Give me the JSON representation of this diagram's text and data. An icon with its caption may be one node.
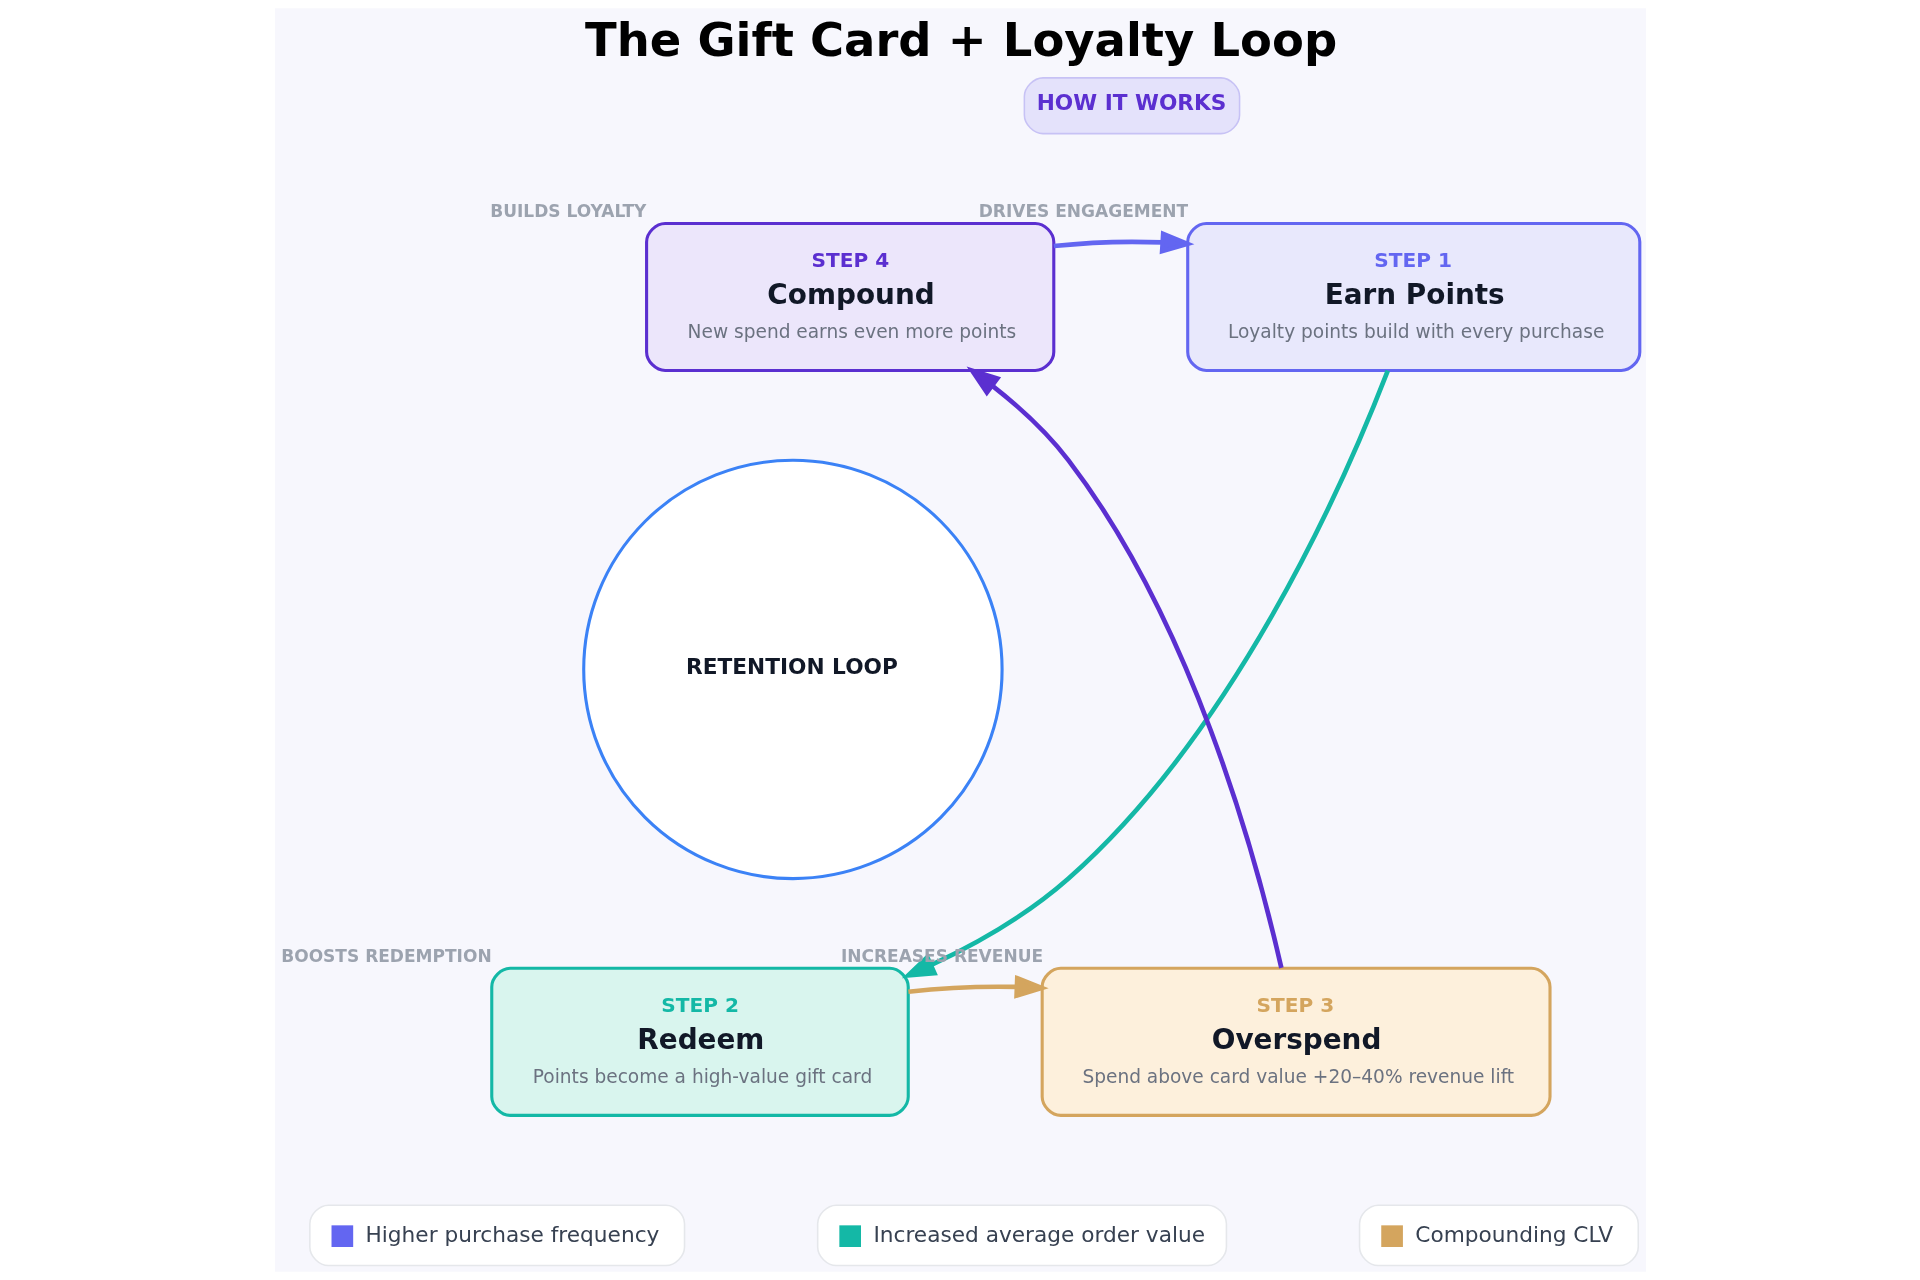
{
  "diagram": {
    "title": "The Gift Card + Loyalty Loop",
    "nodes": [
      {
        "text": [
          "STEP 1",
          "Earn Points",
          "Loyalty points build with every purchase"
        ],
        "beside": [
          "DRIVES ENGAGEMENT"
        ]
      },
      {
        "text": [
          "STEP 2",
          "Redeem",
          "Points become a high-value gift card"
        ],
        "beside": [
          "BOOSTS REDEMPTION"
        ]
      },
      {
        "text": [
          "STEP 3",
          "Overspend",
          "Spend above card value +20–40% revenue lift"
        ],
        "beside": [
          "INCREASES REVENUE"
        ]
      },
      {
        "text": [
          "STEP 4",
          "Compound",
          "New spend earns even more points"
        ],
        "beside": [
          "BUILDS LOYALTY"
        ]
      },
      {
        "text": [
          "RETENTION LOOP"
        ]
      }
    ],
    "edges": [
      {
        "from": 3,
        "to": 0,
        "arrow": "to",
        "color": "#6366f1"
      },
      {
        "from": 0,
        "to": 1,
        "arrow": "to",
        "color": "#14b8a6"
      },
      {
        "from": 1,
        "to": 2,
        "arrow": "to",
        "color": "#d4a55e"
      },
      {
        "from": 2,
        "to": 3,
        "arrow": "to",
        "color": "#5b2fd0"
      }
    ],
    "labels": [
      "HOW IT WORKS"
    ],
    "legend": [
      {
        "text": "Higher purchase frequency",
        "color": "#6366f1"
      },
      {
        "text": "Increased average order value",
        "color": "#14b8a6"
      },
      {
        "text": "Compounding CLV",
        "color": "#d4a55e"
      }
    ]
  }
}
